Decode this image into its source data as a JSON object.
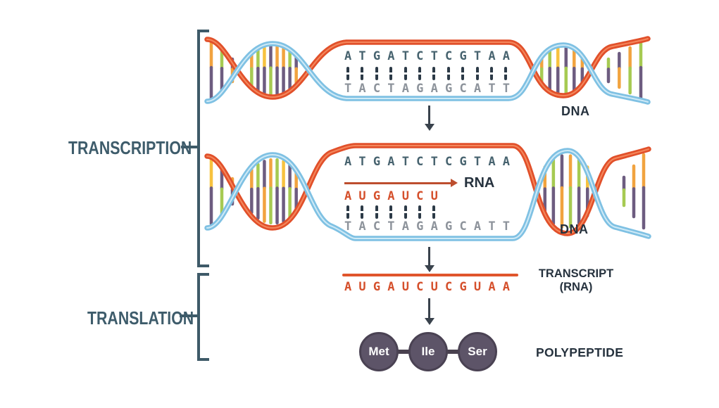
{
  "labels": {
    "transcription": "TRANSCRIPTION",
    "translation": "TRANSLATION"
  },
  "stage1": {
    "dna_label": "DNA"
  },
  "stage2": {
    "dna_label": "DNA",
    "rna_label": "RNA"
  },
  "sequences": {
    "coding_strand": "ATGATCTCGTAA",
    "template_strand": "TACTAGAGCATT",
    "mrna_partial": "AUGAUCU",
    "mrna_full": "AUGAUCUCGUAA"
  },
  "bonds": {
    "stage1_count": 12,
    "stage2_count": 7
  },
  "transcript": {
    "label_line1": "TRANSCRIPT",
    "label_line2": "(RNA)"
  },
  "polypeptide": {
    "label": "POLYPEPTIDE",
    "residues": [
      "Met",
      "Ile",
      "Ser"
    ]
  },
  "colors": {
    "dna_strand_orange": "#e1502a",
    "dna_strand_blue": "#7fc1e3",
    "rna_red": "#d5502c",
    "stage_label_teal": "#3e5c6b",
    "caption_navy": "#26323e",
    "template_gray": "#8d939b",
    "rung_orange": "#f1a33f",
    "rung_purple": "#6d5c80",
    "rung_green": "#a6ca52",
    "residue_circle_purple": "#5d5468"
  }
}
